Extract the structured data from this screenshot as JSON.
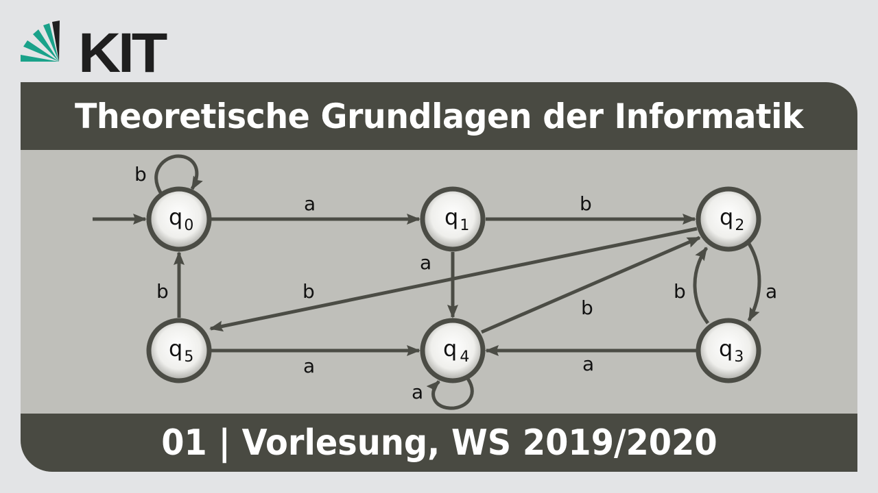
{
  "logo": {
    "text": "KIT",
    "accent_color": "#1aa28a"
  },
  "header": {
    "title": "Theoretische Grundlagen der Informatik"
  },
  "footer": {
    "subtitle": "01 | Vorlesung, WS 2019/2020"
  },
  "colors": {
    "band": "#494a42",
    "panel": "#bfbfba",
    "background": "#e3e4e6",
    "edge": "#4b4c45",
    "node_fill": "#f4f4f2"
  },
  "automaton": {
    "start_state": "q0",
    "states": [
      {
        "id": "q0",
        "base": "q",
        "sub": "0"
      },
      {
        "id": "q1",
        "base": "q",
        "sub": "1"
      },
      {
        "id": "q2",
        "base": "q",
        "sub": "2"
      },
      {
        "id": "q3",
        "base": "q",
        "sub": "3"
      },
      {
        "id": "q4",
        "base": "q",
        "sub": "4"
      },
      {
        "id": "q5",
        "base": "q",
        "sub": "5"
      }
    ],
    "transitions": [
      {
        "from": "q0",
        "to": "q0",
        "label": "b"
      },
      {
        "from": "q0",
        "to": "q1",
        "label": "a"
      },
      {
        "from": "q1",
        "to": "q2",
        "label": "b"
      },
      {
        "from": "q1",
        "to": "q4",
        "label": "a"
      },
      {
        "from": "q2",
        "to": "q5",
        "label": "b"
      },
      {
        "from": "q2",
        "to": "q3",
        "label": "a"
      },
      {
        "from": "q3",
        "to": "q2",
        "label": "b"
      },
      {
        "from": "q3",
        "to": "q4",
        "label": "a"
      },
      {
        "from": "q4",
        "to": "q2",
        "label": "b"
      },
      {
        "from": "q4",
        "to": "q4",
        "label": "a"
      },
      {
        "from": "q5",
        "to": "q0",
        "label": "b"
      },
      {
        "from": "q5",
        "to": "q4",
        "label": "a"
      }
    ]
  }
}
